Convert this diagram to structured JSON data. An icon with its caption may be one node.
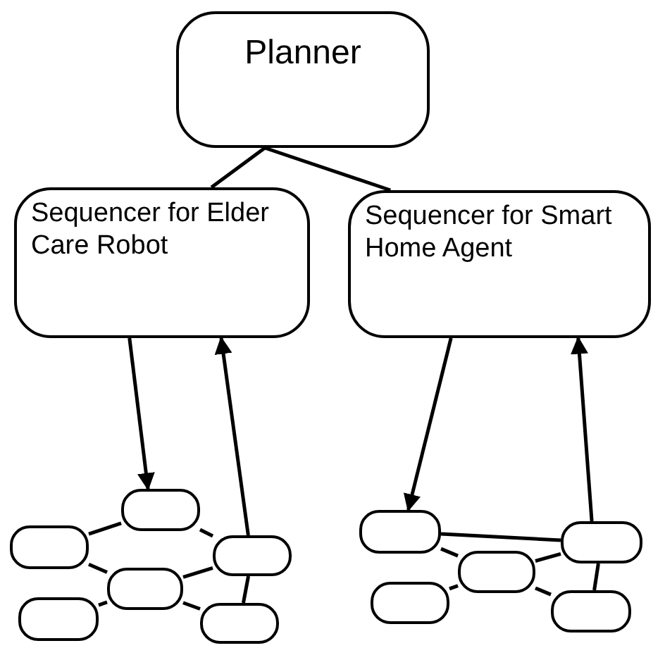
{
  "diagram": {
    "nodes": [
      {
        "text": [
          "Planner"
        ]
      },
      {
        "text": [
          "Sequencer for Elder Care Robot"
        ]
      },
      {
        "text": [
          "Sequencer for Smart Home Agent"
        ]
      },
      {
        "text": [],
        "shape": "box"
      },
      {
        "text": [],
        "shape": "box"
      },
      {
        "text": [],
        "shape": "box"
      },
      {
        "text": [],
        "shape": "box"
      },
      {
        "text": [],
        "shape": "box"
      },
      {
        "text": [],
        "shape": "box"
      },
      {
        "text": [],
        "shape": "box"
      },
      {
        "text": [],
        "shape": "box"
      },
      {
        "text": [],
        "shape": "box"
      },
      {
        "text": [],
        "shape": "box"
      },
      {
        "text": [],
        "shape": "box"
      }
    ],
    "edges": [
      {
        "from": 0,
        "to": 1,
        "arrow": "none"
      },
      {
        "from": 0,
        "to": 2,
        "arrow": "none"
      },
      {
        "from": 1,
        "to": 3,
        "arrow": "to"
      },
      {
        "from": 5,
        "to": 1,
        "arrow": "to"
      },
      {
        "from": 2,
        "to": 9,
        "arrow": "to"
      },
      {
        "from": 10,
        "to": 2,
        "arrow": "to"
      },
      {
        "from": 4,
        "to": 3,
        "arrow": "none"
      },
      {
        "from": 3,
        "to": 5,
        "arrow": "none"
      },
      {
        "from": 4,
        "to": 6,
        "arrow": "none"
      },
      {
        "from": 6,
        "to": 5,
        "arrow": "none"
      },
      {
        "from": 7,
        "to": 6,
        "arrow": "none"
      },
      {
        "from": 6,
        "to": 8,
        "arrow": "none"
      },
      {
        "from": 5,
        "to": 8,
        "arrow": "none"
      },
      {
        "from": 9,
        "to": 10,
        "arrow": "none"
      },
      {
        "from": 9,
        "to": 11,
        "arrow": "none"
      },
      {
        "from": 11,
        "to": 10,
        "arrow": "none"
      },
      {
        "from": 12,
        "to": 11,
        "arrow": "none"
      },
      {
        "from": 11,
        "to": 13,
        "arrow": "none"
      },
      {
        "from": 10,
        "to": 13,
        "arrow": "none"
      }
    ]
  }
}
